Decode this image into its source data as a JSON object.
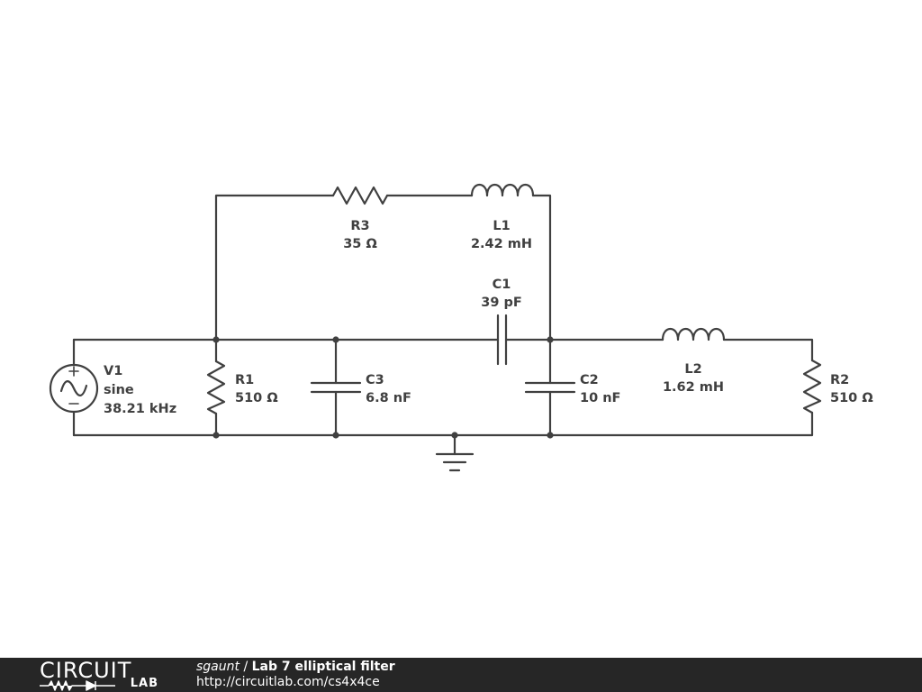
{
  "components": {
    "v1": {
      "ref": "V1",
      "type": "sine",
      "value": "38.21 kHz"
    },
    "r1": {
      "ref": "R1",
      "value": "510 Ω"
    },
    "c3": {
      "ref": "C3",
      "value": "6.8 nF"
    },
    "r3": {
      "ref": "R3",
      "value": "35 Ω"
    },
    "l1": {
      "ref": "L1",
      "value": "2.42 mH"
    },
    "c1": {
      "ref": "C1",
      "value": "39 pF"
    },
    "c2": {
      "ref": "C2",
      "value": "10 nF"
    },
    "l2": {
      "ref": "L2",
      "value": "1.62 mH"
    },
    "r2": {
      "ref": "R2",
      "value": "510 Ω"
    }
  },
  "footer": {
    "logo_word": "CIRCUIT",
    "logo_sub": "LAB",
    "author": "sgaunt",
    "separator": " / ",
    "title": "Lab 7 elliptical filter",
    "url": "http://circuitlab.com/cs4x4ce"
  },
  "colors": {
    "ink": "#404040",
    "background": "#ffffff",
    "footer_bg": "#262626",
    "footer_text": "#ffffff"
  }
}
